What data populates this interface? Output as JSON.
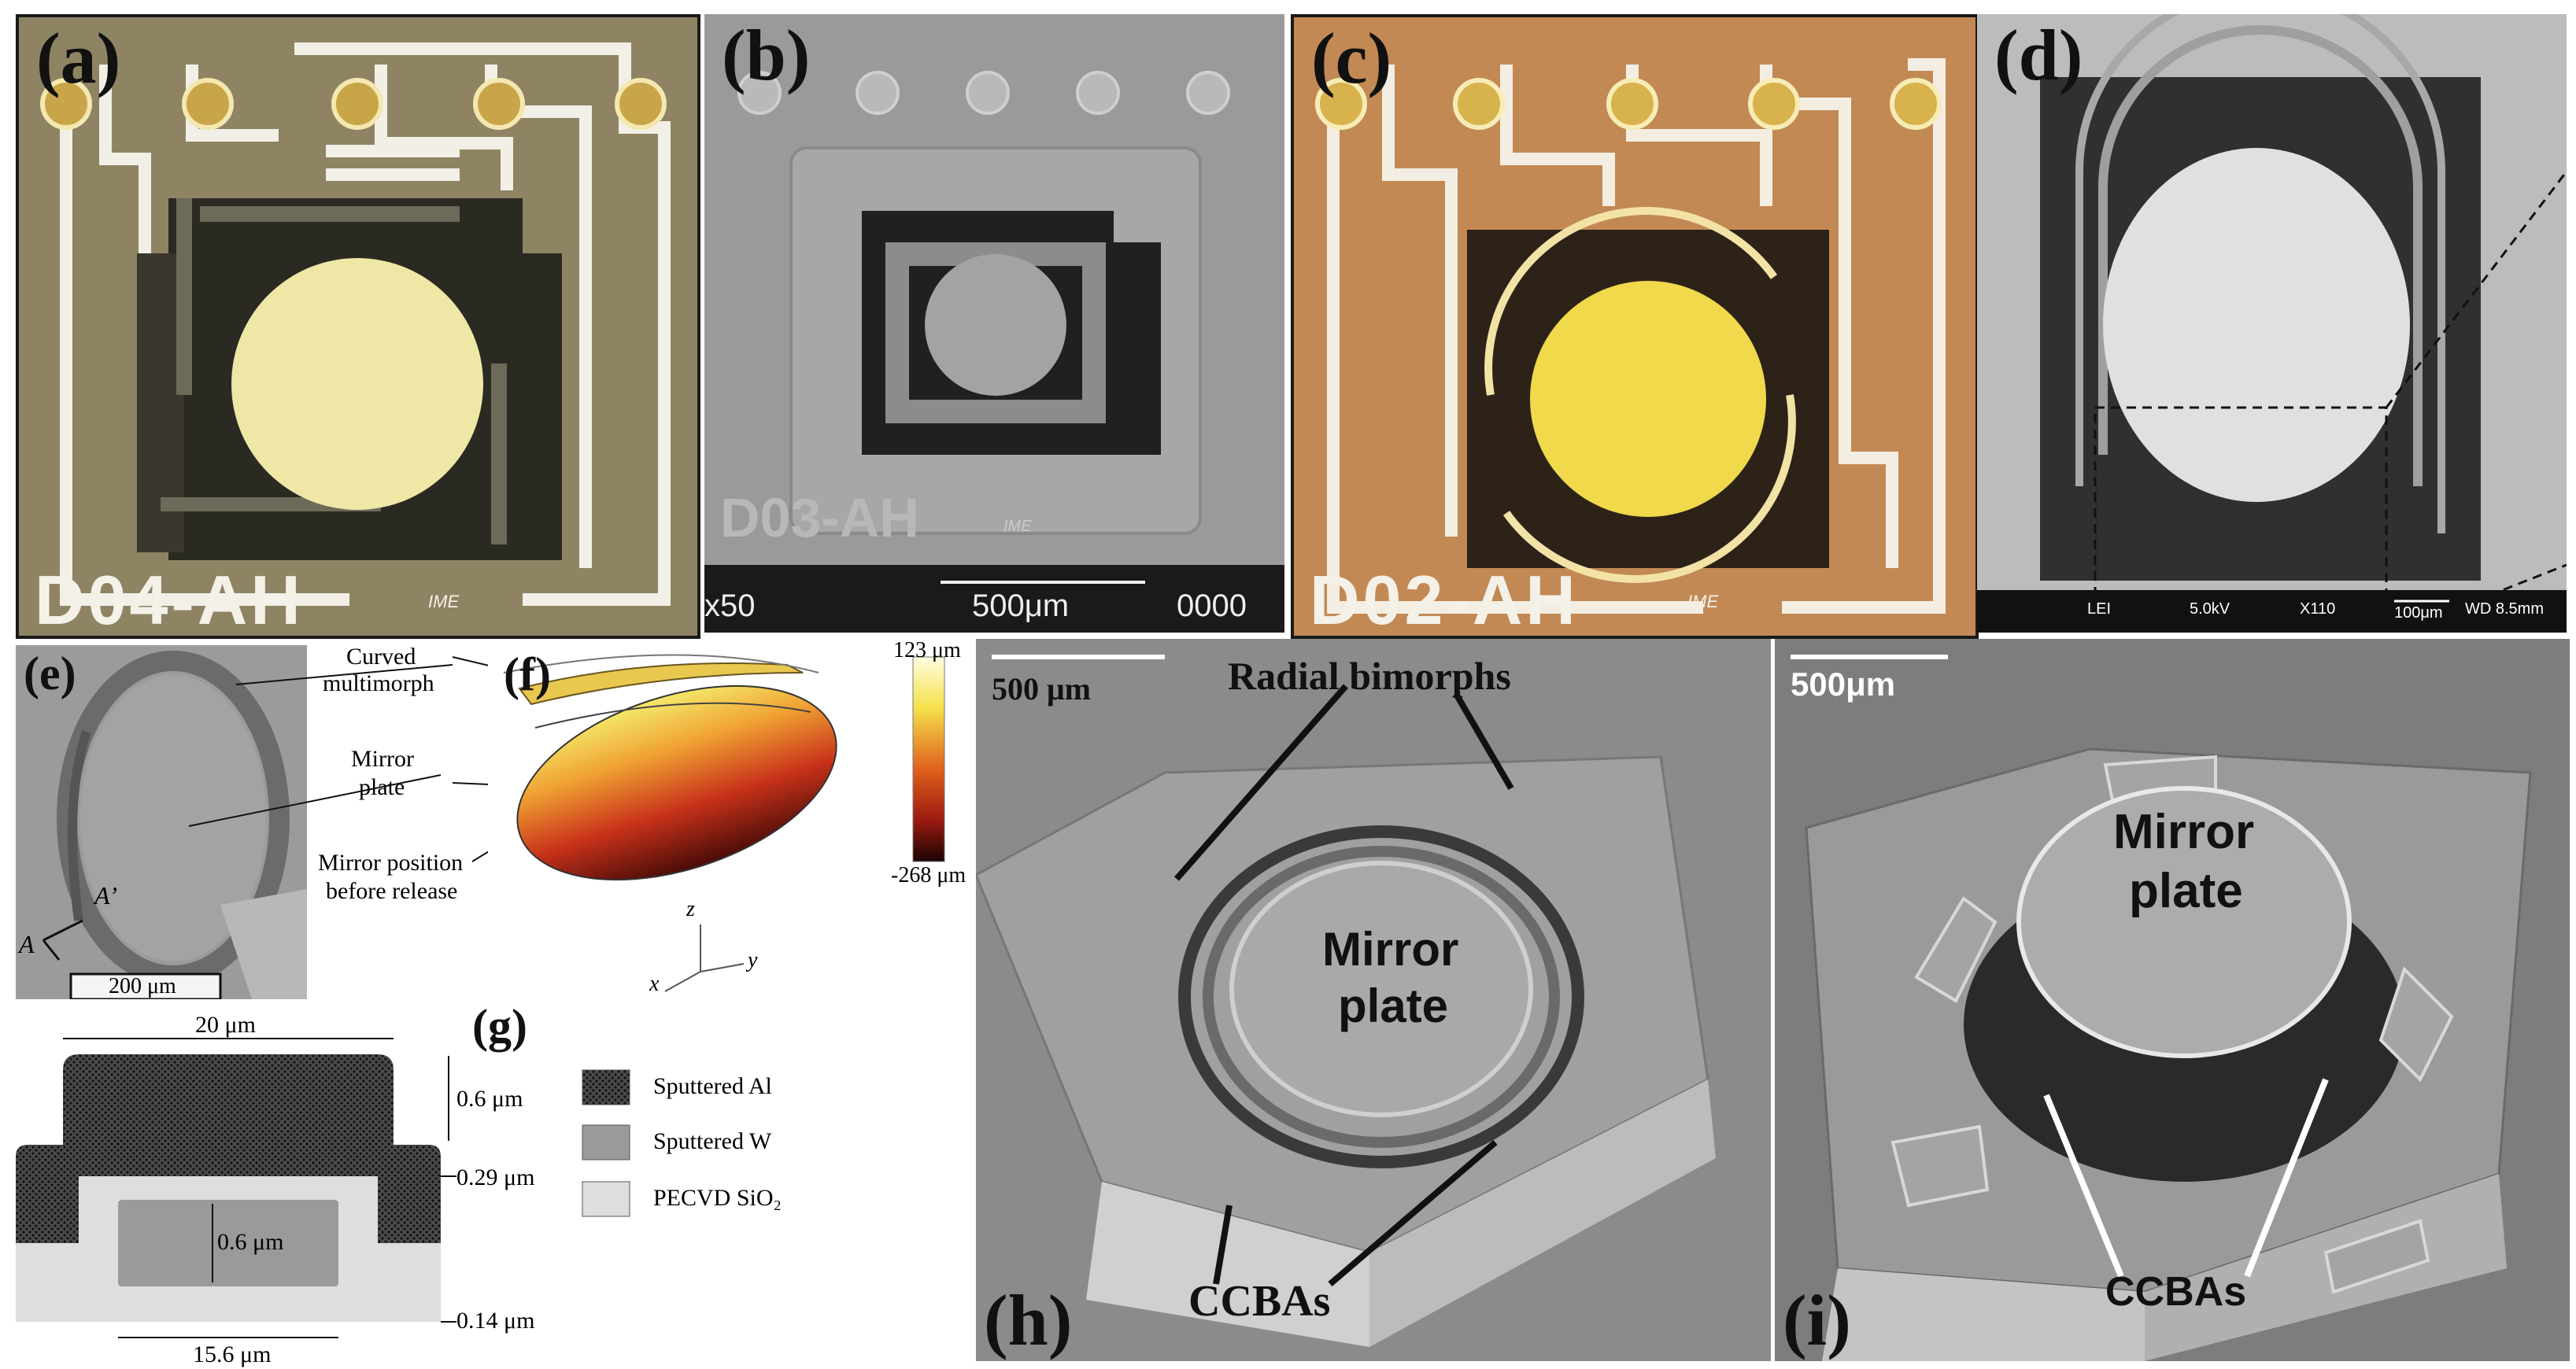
{
  "panels": {
    "a": {
      "label": "(a)",
      "chip_id": "D04-AH",
      "logo": "IME"
    },
    "b": {
      "label": "(b)",
      "chip_id": "D03-AH",
      "logo": "IME",
      "footer_left": "x50",
      "scale": "500μm",
      "footer_right": "0000"
    },
    "c": {
      "label": "(c)",
      "chip_id": "D02-AH",
      "logo": "IME"
    },
    "d": {
      "label": "(d)",
      "sem_bar": [
        "LEI",
        "5.0kV",
        "X110",
        "100μm",
        "WD 8.5mm"
      ]
    },
    "e": {
      "label": "(e)",
      "callouts": [
        "Curved",
        "multimorph",
        "Mirror",
        "plate",
        "Mirror position",
        "before release"
      ],
      "A": "A",
      "A_prime": "A’",
      "scale": "200 μm"
    },
    "f": {
      "label": "(f)",
      "colorbar_max": "123 μm",
      "colorbar_min": "-268 μm",
      "axes": [
        "z",
        "x",
        "y"
      ]
    },
    "g": {
      "label": "(g)",
      "dims": {
        "top_width": "20 μm",
        "al_thickness": "0.6 μm",
        "gap": "0.29 μm",
        "w_thickness": "0.6 μm",
        "bottom": "0.14 μm",
        "w_width": "15.6 μm"
      },
      "legend": [
        {
          "name": "Sputtered Al",
          "color": "#3a3a3a"
        },
        {
          "name": "Sputtered W",
          "color": "#9a9a9a"
        },
        {
          "name": "PECVD SiO₂",
          "color": "#dedede"
        }
      ]
    },
    "h": {
      "label": "(h)",
      "scale": "500 μm",
      "radial": "Radial bimorphs",
      "mirror": [
        "Mirror",
        "plate"
      ],
      "ccba": "CCBAs"
    },
    "i": {
      "label": "(i)",
      "scale": "500μm",
      "mirror": [
        "Mirror",
        "plate"
      ],
      "ccba": "CCBAs"
    }
  }
}
